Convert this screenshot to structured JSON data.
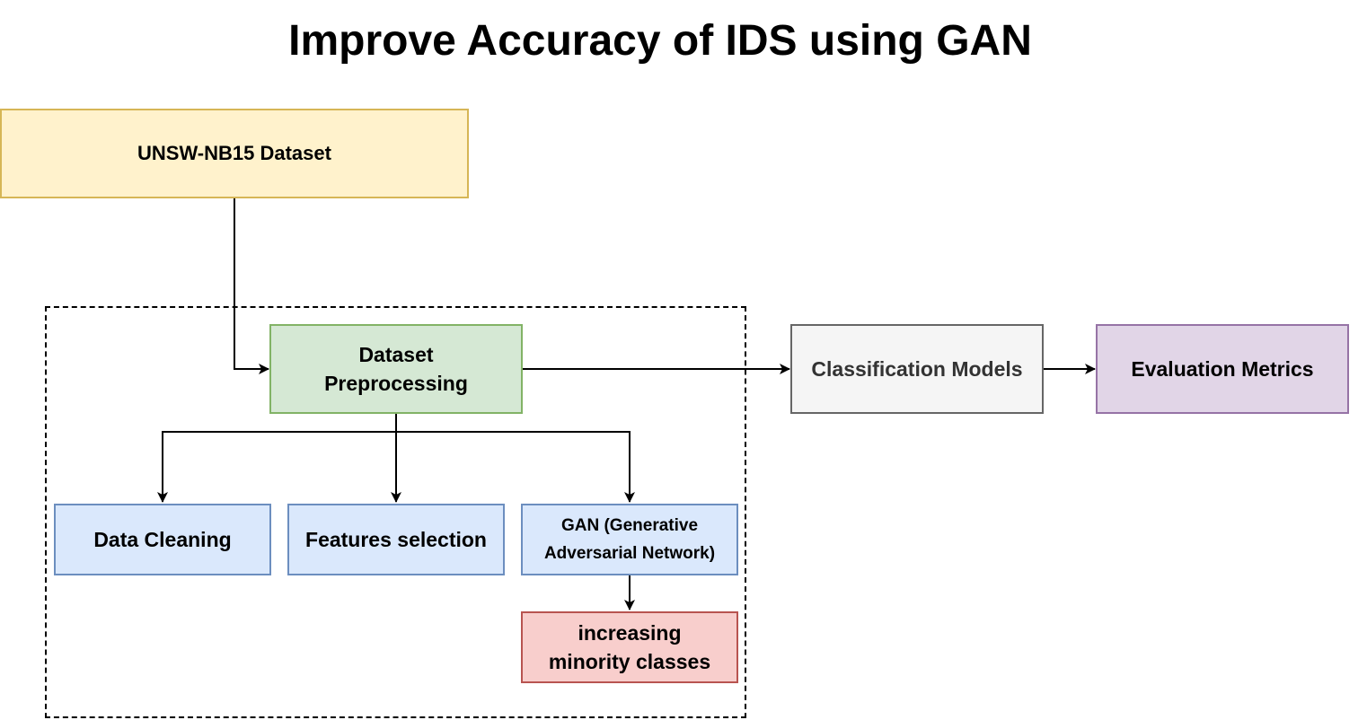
{
  "title": "Improve Accuracy of IDS using GAN",
  "colors": {
    "yellow_fill": "#fff2cc",
    "yellow_stroke": "#d6b656",
    "green_fill": "#d5e8d4",
    "green_stroke": "#82b366",
    "blue_fill": "#dae8fc",
    "blue_stroke": "#6c8ebf",
    "red_fill": "#f8cecc",
    "red_stroke": "#b85450",
    "gray_fill": "#f5f5f5",
    "gray_stroke": "#666666",
    "gray_text": "#333333",
    "purple_fill": "#e1d5e7",
    "purple_stroke": "#9673a6"
  },
  "nodes": {
    "dataset": "UNSW-NB15 Dataset",
    "preprocessing": "Dataset\nPreprocessing",
    "cleaning": "Data Cleaning",
    "features": "Features selection",
    "gan": "GAN (Generative\nAdversarial Network)",
    "minority": "increasing\nminority classes",
    "classification": "Classification Models",
    "evaluation": "Evaluation Metrics"
  }
}
